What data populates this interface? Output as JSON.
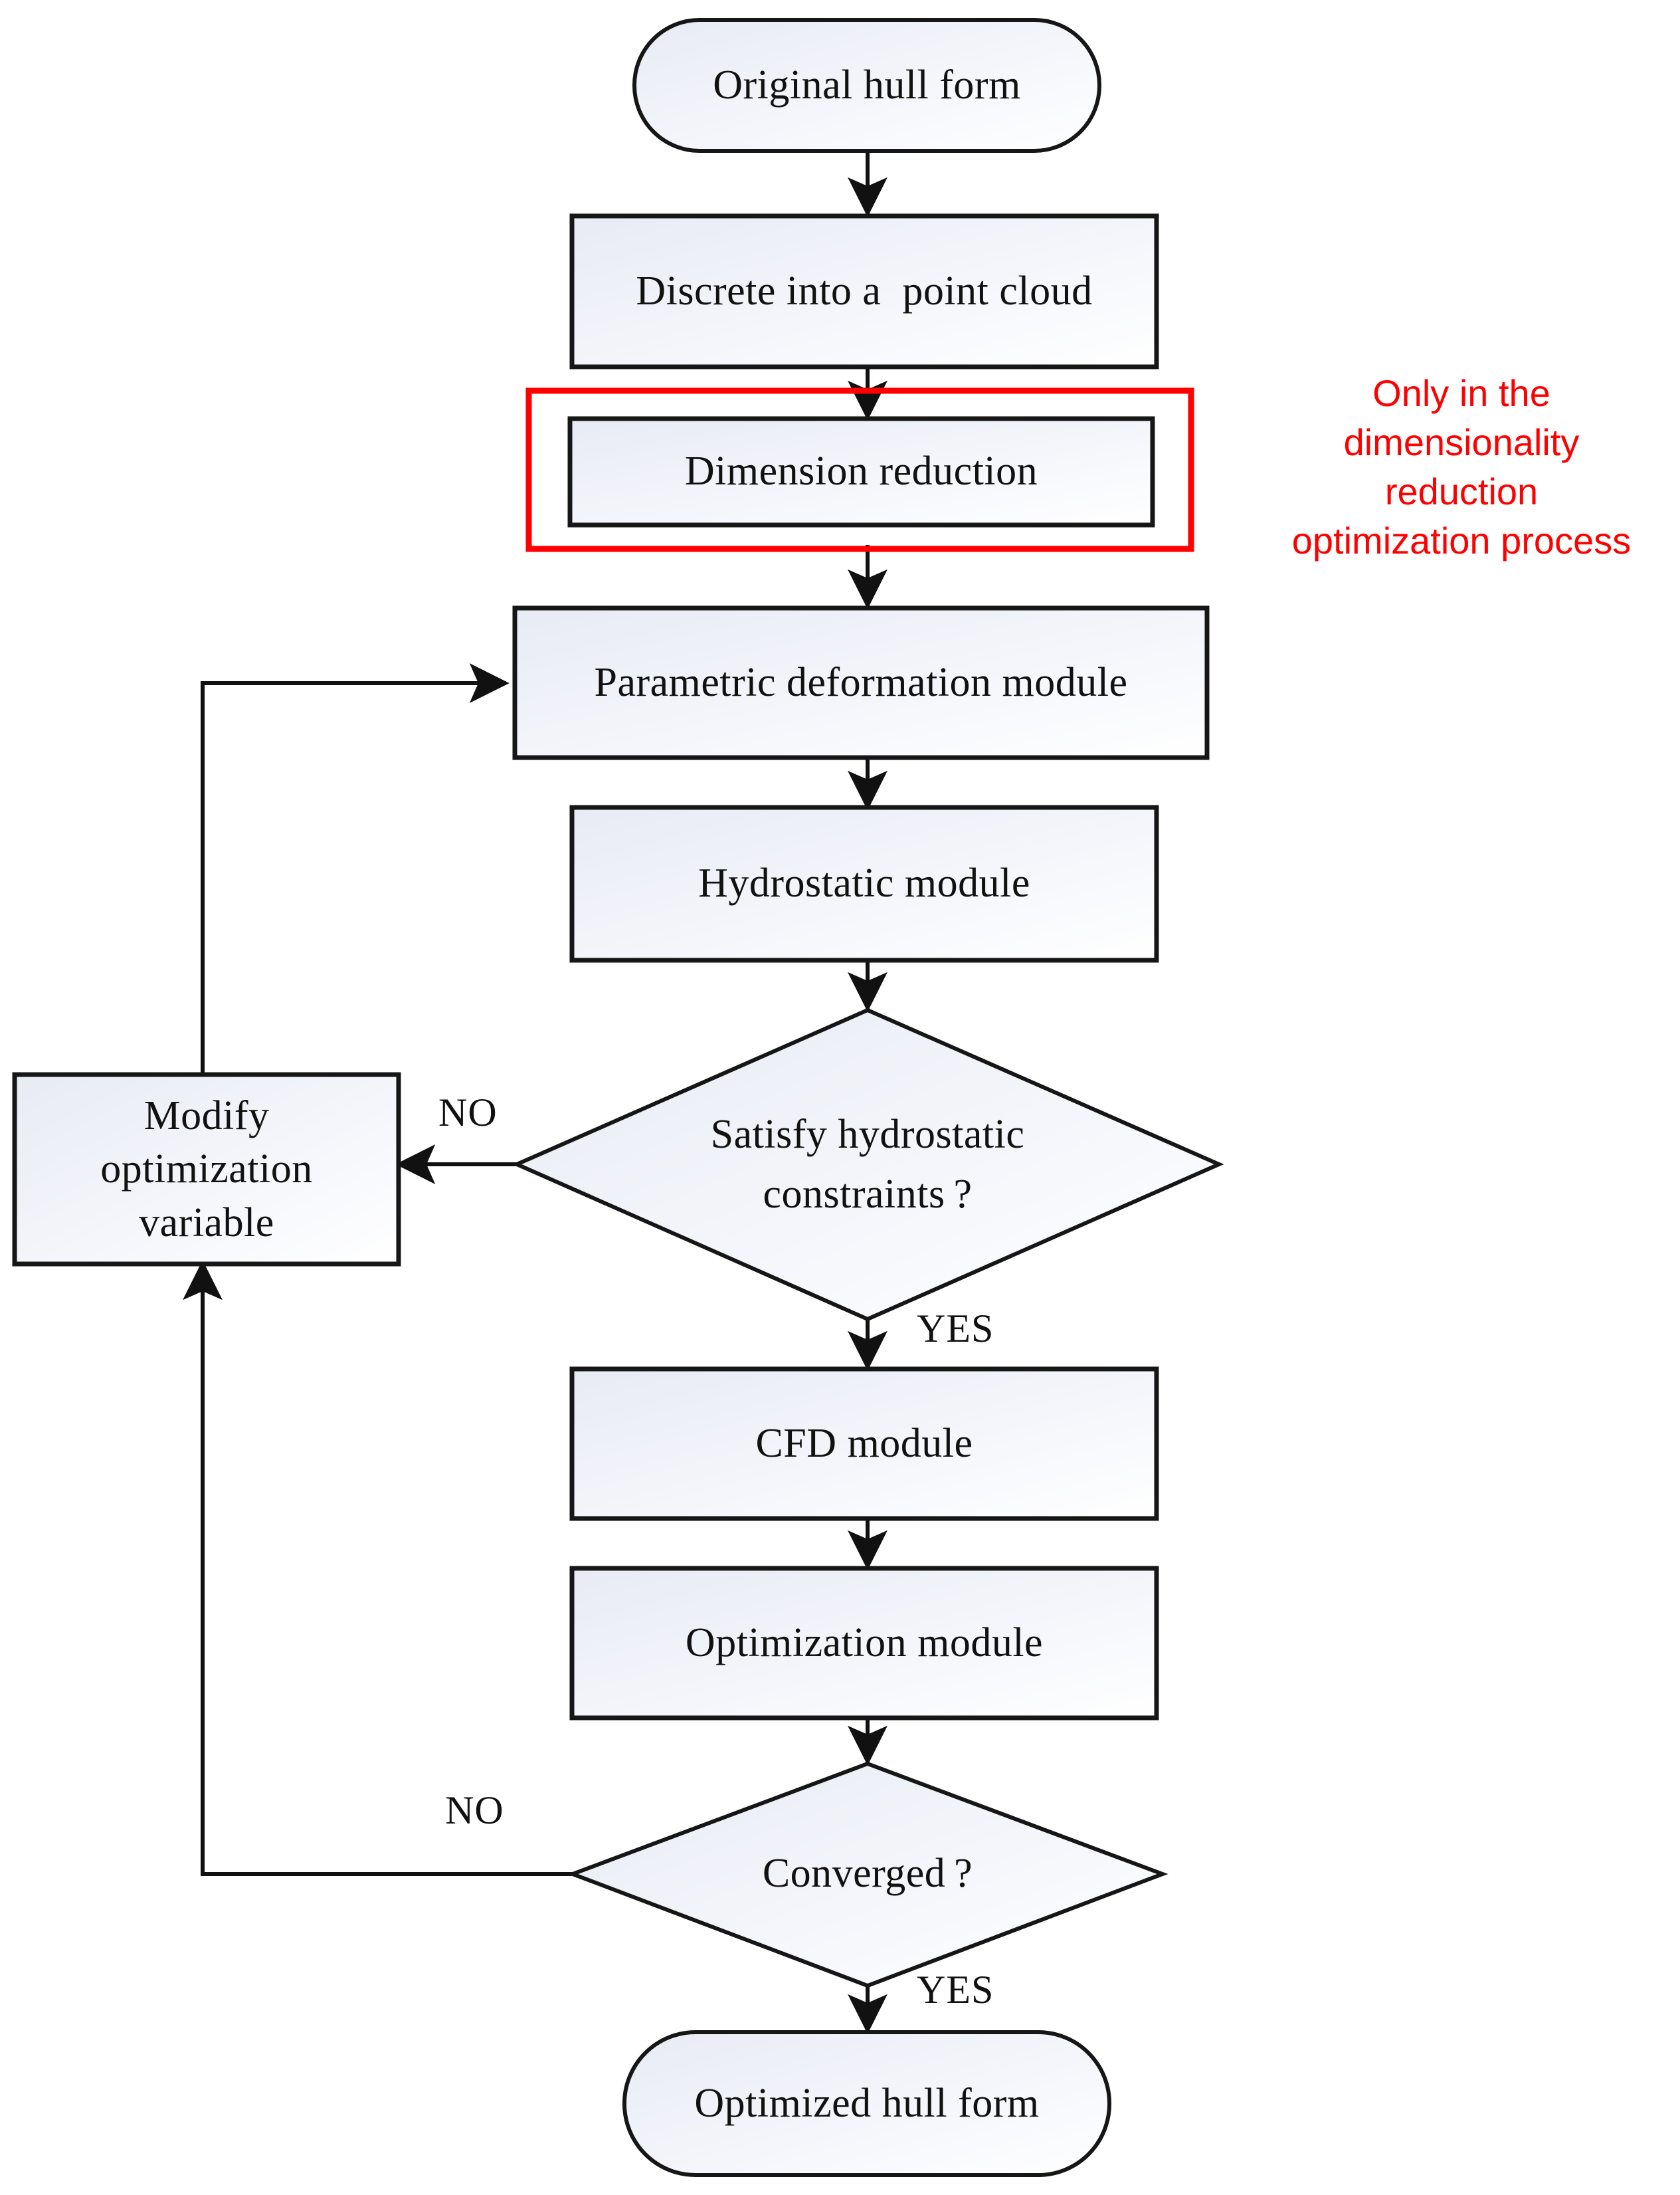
{
  "diagram": {
    "type": "flowchart",
    "title": "Hull form optimization process flowchart",
    "colors": {
      "node_fill_start": "#e8ebf4",
      "node_fill_end": "#ffffff",
      "node_stroke": "#161616",
      "highlight_stroke": "#ff0000",
      "text": "#111111",
      "annotation_text": "#ff0000",
      "background": "#ffffff"
    },
    "nodes": [
      {
        "id": "start",
        "shape": "stadium",
        "label": "Original hull form"
      },
      {
        "id": "discretize",
        "shape": "rectangle",
        "label": "Discrete into a  point cloud"
      },
      {
        "id": "dimreduce",
        "shape": "rectangle",
        "label": "Dimension reduction"
      },
      {
        "id": "parametric",
        "shape": "rectangle",
        "label": "Parametric deformation module"
      },
      {
        "id": "hydrostatic",
        "shape": "rectangle",
        "label": "Hydrostatic module"
      },
      {
        "id": "satisfy",
        "shape": "diamond",
        "label": "Satisfy hydrostatic\nconstraints ?"
      },
      {
        "id": "modify",
        "shape": "rectangle",
        "label": "Modify\noptimization\nvariable"
      },
      {
        "id": "cfd",
        "shape": "rectangle",
        "label": "CFD module"
      },
      {
        "id": "optimization",
        "shape": "rectangle",
        "label": "Optimization module"
      },
      {
        "id": "converged",
        "shape": "diamond",
        "label": "Converged ?"
      },
      {
        "id": "end",
        "shape": "stadium",
        "label": "Optimized hull form"
      }
    ],
    "edge_labels": {
      "satisfy_no": "NO",
      "satisfy_yes": "YES",
      "converged_no": "NO",
      "converged_yes": "YES"
    },
    "highlight": {
      "target_node": "dimreduce",
      "annotation": "Only in the\ndimensionality\nreduction\noptimization process"
    }
  }
}
